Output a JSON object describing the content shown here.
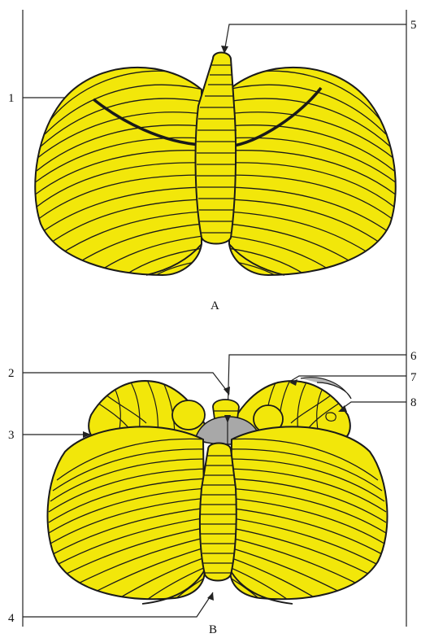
{
  "colors": {
    "lobe_fill": "#f2e70a",
    "outline": "#1a1a1a",
    "ventricle_gray": "#a8a8a8",
    "leader_lines": "#222222",
    "background": "#ffffff"
  },
  "views": {
    "A": {
      "caption": "A"
    },
    "B": {
      "caption": "B"
    }
  },
  "callouts": [
    {
      "number": "1"
    },
    {
      "number": "2"
    },
    {
      "number": "3"
    },
    {
      "number": "4"
    },
    {
      "number": "5"
    },
    {
      "number": "6"
    },
    {
      "number": "7"
    },
    {
      "number": "8"
    }
  ]
}
